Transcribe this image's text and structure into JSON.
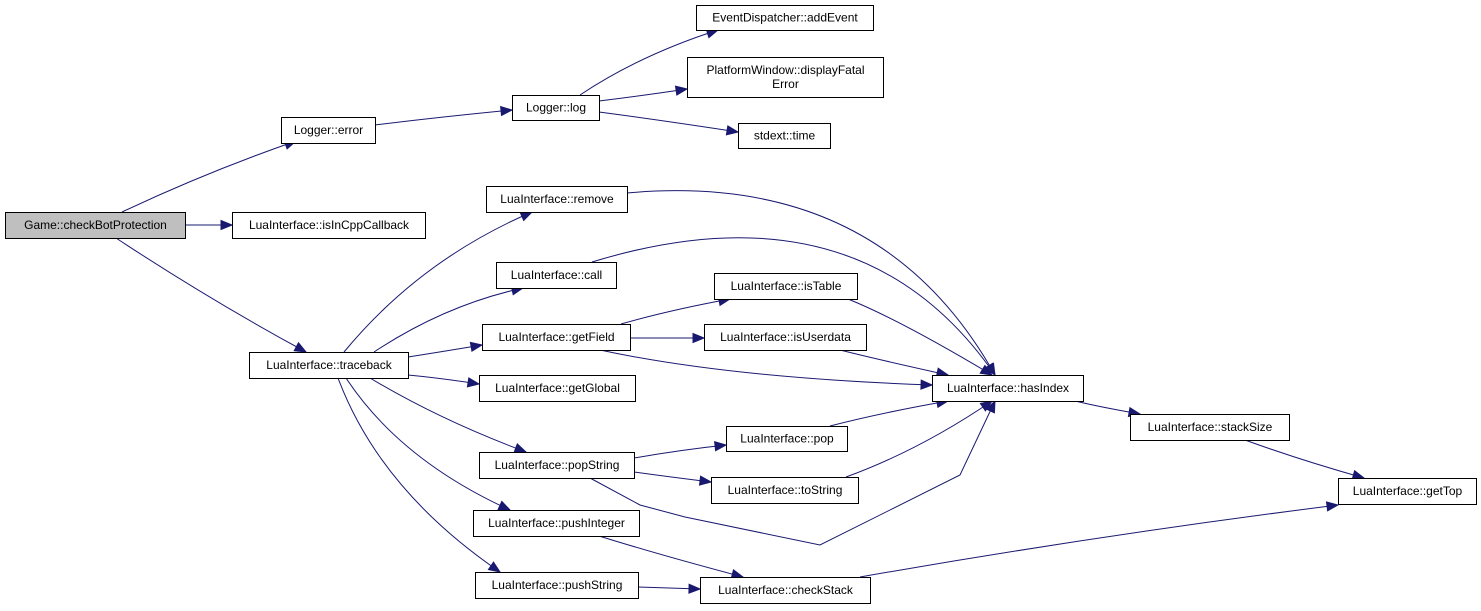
{
  "graph": {
    "colors": {
      "edge": "#191970",
      "root_fill": "#bfbfbf",
      "node_fill": "#ffffff",
      "border": "#000000"
    },
    "nodes": [
      {
        "id": "n0",
        "lines": [
          "Game::checkBotProtection"
        ],
        "root": true
      },
      {
        "id": "n1",
        "lines": [
          "Logger::error"
        ]
      },
      {
        "id": "n2",
        "lines": [
          "Logger::log"
        ]
      },
      {
        "id": "n3",
        "lines": [
          "EventDispatcher::addEvent"
        ]
      },
      {
        "id": "n4",
        "lines": [
          "PlatformWindow::displayFatal",
          "Error"
        ]
      },
      {
        "id": "n5",
        "lines": [
          "stdext::time"
        ]
      },
      {
        "id": "n6",
        "lines": [
          "LuaInterface::isInCppCallback"
        ]
      },
      {
        "id": "n7",
        "lines": [
          "LuaInterface::traceback"
        ]
      },
      {
        "id": "n8",
        "lines": [
          "LuaInterface::remove"
        ]
      },
      {
        "id": "n9",
        "lines": [
          "LuaInterface::hasIndex"
        ]
      },
      {
        "id": "n10",
        "lines": [
          "LuaInterface::call"
        ]
      },
      {
        "id": "n11",
        "lines": [
          "LuaInterface::getField"
        ]
      },
      {
        "id": "n12",
        "lines": [
          "LuaInterface::isTable"
        ]
      },
      {
        "id": "n13",
        "lines": [
          "LuaInterface::isUserdata"
        ]
      },
      {
        "id": "n14",
        "lines": [
          "LuaInterface::getGlobal"
        ]
      },
      {
        "id": "n15",
        "lines": [
          "LuaInterface::popString"
        ]
      },
      {
        "id": "n16",
        "lines": [
          "LuaInterface::pop"
        ]
      },
      {
        "id": "n17",
        "lines": [
          "LuaInterface::toString"
        ]
      },
      {
        "id": "n18",
        "lines": [
          "LuaInterface::pushInteger"
        ]
      },
      {
        "id": "n19",
        "lines": [
          "LuaInterface::checkStack"
        ]
      },
      {
        "id": "n20",
        "lines": [
          "LuaInterface::pushString"
        ]
      },
      {
        "id": "n21",
        "lines": [
          "LuaInterface::stackSize"
        ]
      },
      {
        "id": "n22",
        "lines": [
          "LuaInterface::getTop"
        ]
      }
    ],
    "edges": [
      {
        "from": "n0",
        "to": "n1"
      },
      {
        "from": "n1",
        "to": "n2"
      },
      {
        "from": "n2",
        "to": "n3"
      },
      {
        "from": "n2",
        "to": "n4"
      },
      {
        "from": "n2",
        "to": "n5"
      },
      {
        "from": "n0",
        "to": "n6"
      },
      {
        "from": "n0",
        "to": "n7"
      },
      {
        "from": "n7",
        "to": "n8"
      },
      {
        "from": "n8",
        "to": "n9"
      },
      {
        "from": "n7",
        "to": "n10"
      },
      {
        "from": "n10",
        "to": "n9"
      },
      {
        "from": "n7",
        "to": "n11"
      },
      {
        "from": "n11",
        "to": "n12"
      },
      {
        "from": "n12",
        "to": "n9"
      },
      {
        "from": "n11",
        "to": "n13"
      },
      {
        "from": "n13",
        "to": "n9"
      },
      {
        "from": "n11",
        "to": "n9"
      },
      {
        "from": "n7",
        "to": "n14"
      },
      {
        "from": "n7",
        "to": "n15"
      },
      {
        "from": "n15",
        "to": "n16"
      },
      {
        "from": "n16",
        "to": "n9"
      },
      {
        "from": "n15",
        "to": "n17"
      },
      {
        "from": "n17",
        "to": "n9"
      },
      {
        "from": "n15",
        "to": "n9"
      },
      {
        "from": "n7",
        "to": "n18"
      },
      {
        "from": "n18",
        "to": "n19"
      },
      {
        "from": "n19",
        "to": "n22"
      },
      {
        "from": "n7",
        "to": "n20"
      },
      {
        "from": "n20",
        "to": "n19"
      },
      {
        "from": "n9",
        "to": "n21"
      },
      {
        "from": "n21",
        "to": "n22"
      }
    ]
  }
}
